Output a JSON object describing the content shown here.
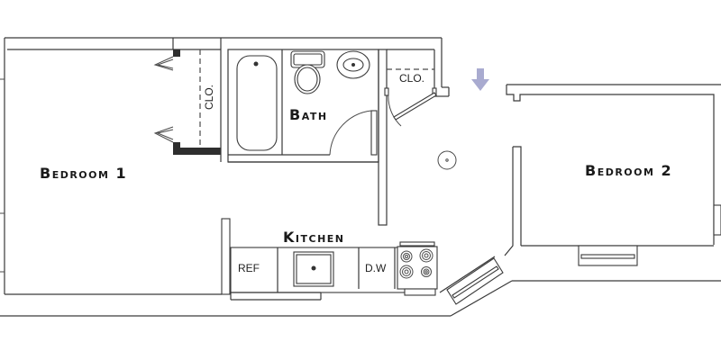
{
  "floor_plan": {
    "rooms": [
      {
        "id": "bedroom1",
        "label": "Bedroom 1"
      },
      {
        "id": "bedroom2",
        "label": "Bedroom 2"
      },
      {
        "id": "bath",
        "label": "Bath"
      },
      {
        "id": "kitchen",
        "label": "Kitchen"
      }
    ],
    "closets": [
      {
        "id": "closet-bedroom1",
        "label": "CLO."
      },
      {
        "id": "closet-hall",
        "label": "CLO."
      }
    ],
    "appliances": [
      {
        "id": "refrigerator",
        "label": "REF"
      },
      {
        "id": "dishwasher",
        "label": "D.W"
      }
    ],
    "entry_arrow": {
      "icon": "arrow-down-icon",
      "color": "#a9abd0"
    },
    "line_color": "#3a3a3a"
  }
}
